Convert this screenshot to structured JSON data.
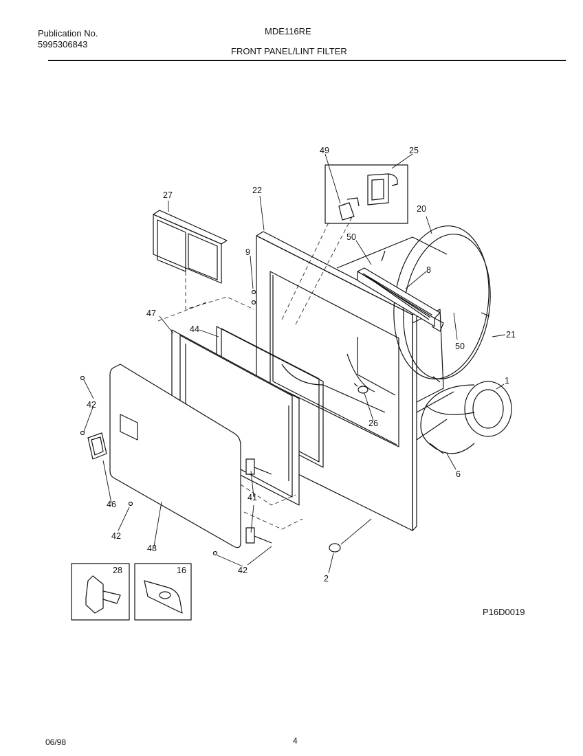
{
  "header": {
    "publication_label": "Publication No.",
    "publication_number": "5995306843",
    "model": "MDE116RE",
    "section_title": "FRONT PANEL/LINT FILTER"
  },
  "diagram": {
    "drawing_code": "P16D0019",
    "callouts": {
      "c1": "1",
      "c2": "2",
      "c6": "6",
      "c8": "8",
      "c9": "9",
      "c16": "16",
      "c20": "20",
      "c21": "21",
      "c22": "22",
      "c25": "25",
      "c26": "26",
      "c27": "27",
      "c28": "28",
      "c41": "41",
      "c42a": "42",
      "c42b": "42",
      "c42c": "42",
      "c44": "44",
      "c46": "46",
      "c47": "47",
      "c48": "48",
      "c49": "49",
      "c50a": "50",
      "c50b": "50"
    }
  },
  "footer": {
    "date": "06/98",
    "page": "4"
  }
}
